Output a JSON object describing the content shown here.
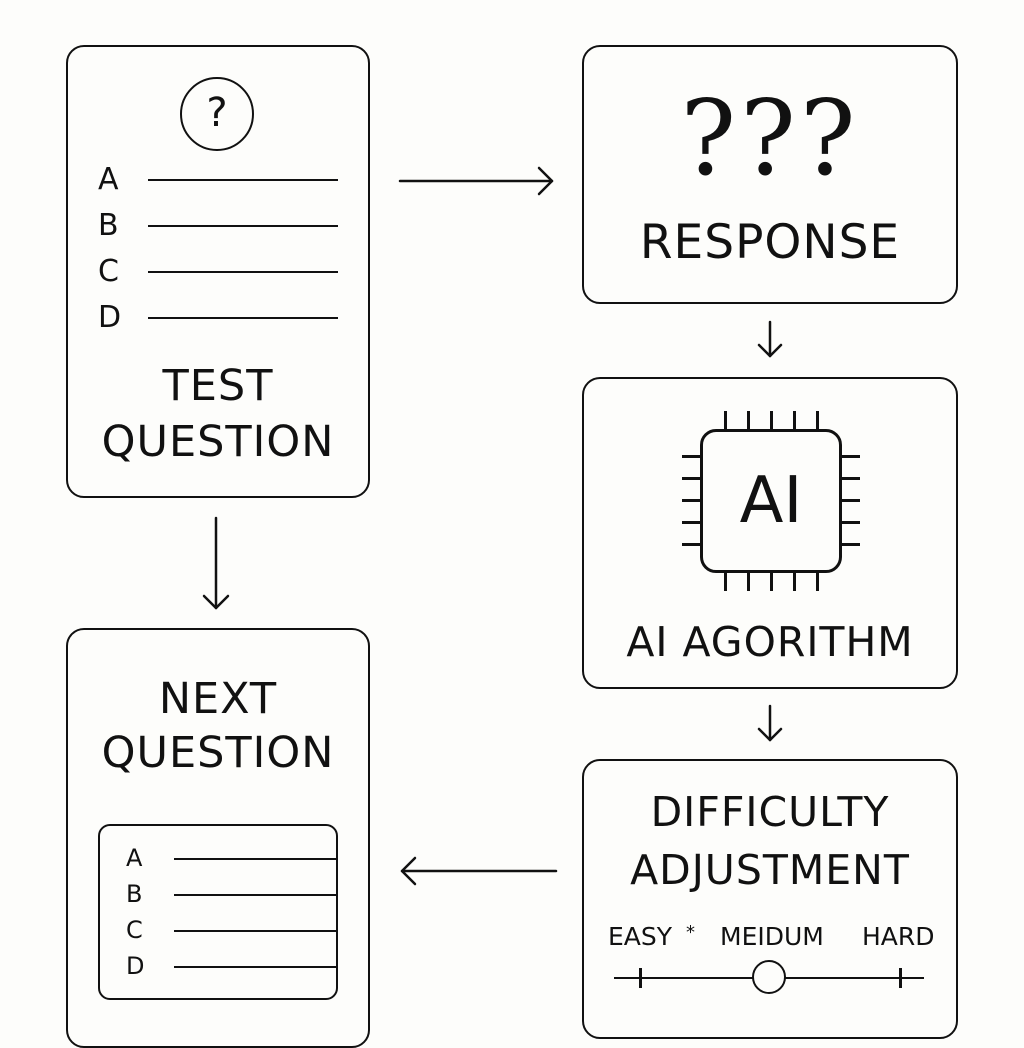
{
  "test_question": {
    "icon": "question-circle-icon",
    "symbol": "?",
    "options": [
      "A",
      "B",
      "C",
      "D"
    ],
    "title_line1": "TEST",
    "title_line2": "QUESTION"
  },
  "response": {
    "symbols": "???",
    "label": "RESPONSE"
  },
  "ai_algorithm": {
    "icon": "ai-chip-icon",
    "chip_text": "AI",
    "label": "AI AGORITHM"
  },
  "difficulty": {
    "title_line1": "DIFFICULTY",
    "title_line2": "ADJUSTMENT",
    "levels": {
      "easy": "EASY",
      "easy_mark": "*",
      "medium": "MEIDUM",
      "hard": "HARD"
    },
    "slider_value": 0.5
  },
  "next_question": {
    "title_line1": "NEXT",
    "title_line2": "QUESTION",
    "options": [
      "A",
      "B",
      "C",
      "D"
    ]
  },
  "colors": {
    "stroke": "#111111",
    "background": "#fdfdfb"
  }
}
